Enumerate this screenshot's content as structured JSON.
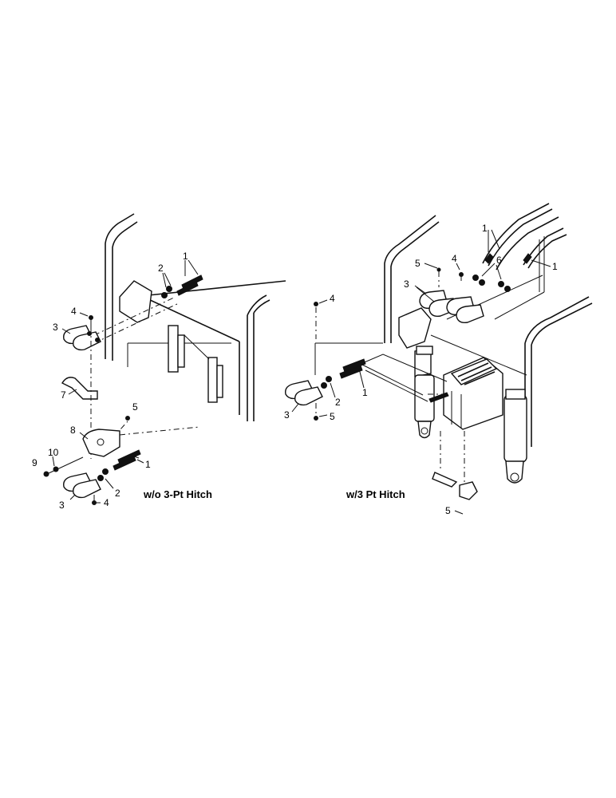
{
  "captions": {
    "left": "w/o 3-Pt Hitch",
    "right": "w/3 Pt Hitch"
  },
  "callouts": {
    "left": [
      "1",
      "2",
      "4",
      "3",
      "7",
      "5",
      "8",
      "10",
      "9",
      "1",
      "2",
      "3",
      "4"
    ],
    "right": [
      "1",
      "5",
      "4",
      "6",
      "1",
      "3",
      "4",
      "1",
      "2",
      "3",
      "5",
      "5"
    ]
  }
}
